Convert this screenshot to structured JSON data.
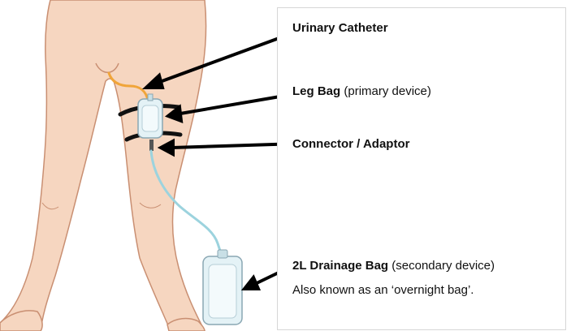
{
  "labels": {
    "catheter": {
      "bold": "Urinary Catheter",
      "normal": ""
    },
    "leg_bag": {
      "bold": "Leg Bag",
      "normal": " (primary device)"
    },
    "connector": {
      "bold": "Connector  / Adaptor",
      "normal": ""
    },
    "drainage_bag": {
      "bold": "2L Drainage Bag",
      "normal": " (secondary device)"
    },
    "drainage_note": "Also known as an ‘overnight bag’."
  },
  "colors": {
    "skin": "#f6d6c0",
    "skin_outline": "#c98f72",
    "catheter_tube": "#f0a53a",
    "drain_tube": "#9cd3de",
    "bag_fill": "#e4f2f6",
    "bag_outline": "#8aa7b3",
    "strap": "#111111",
    "arrow": "#000000"
  }
}
